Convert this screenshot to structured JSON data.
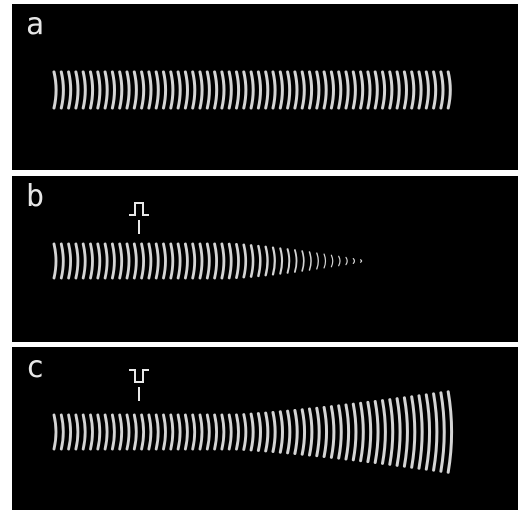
{
  "panels": [
    {
      "label": "a",
      "profile": "uniform",
      "marker": "none"
    },
    {
      "label": "b",
      "profile": "decaying",
      "marker": "step-up"
    },
    {
      "label": "c",
      "profile": "growing",
      "marker": "step-down"
    }
  ],
  "colors": {
    "background": "#000000",
    "fringe": "#d4d4d4",
    "marker": "#e8e8e8",
    "separator": "#ffffff"
  }
}
